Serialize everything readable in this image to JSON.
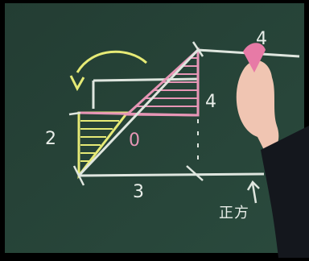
{
  "board": {
    "labels": {
      "left_side": "2",
      "bottom_side": "3",
      "right_side": "4",
      "top_right": "4",
      "center": "0",
      "bottom_text": "正方"
    }
  },
  "colors": {
    "board": "#254033",
    "chalk_white": "#e9eee9",
    "chalk_yellow": "#e6ea76",
    "chalk_pink": "#e796b6",
    "skin": "#f0c5b2",
    "sleeve": "#14171d",
    "frame": "#000000"
  }
}
